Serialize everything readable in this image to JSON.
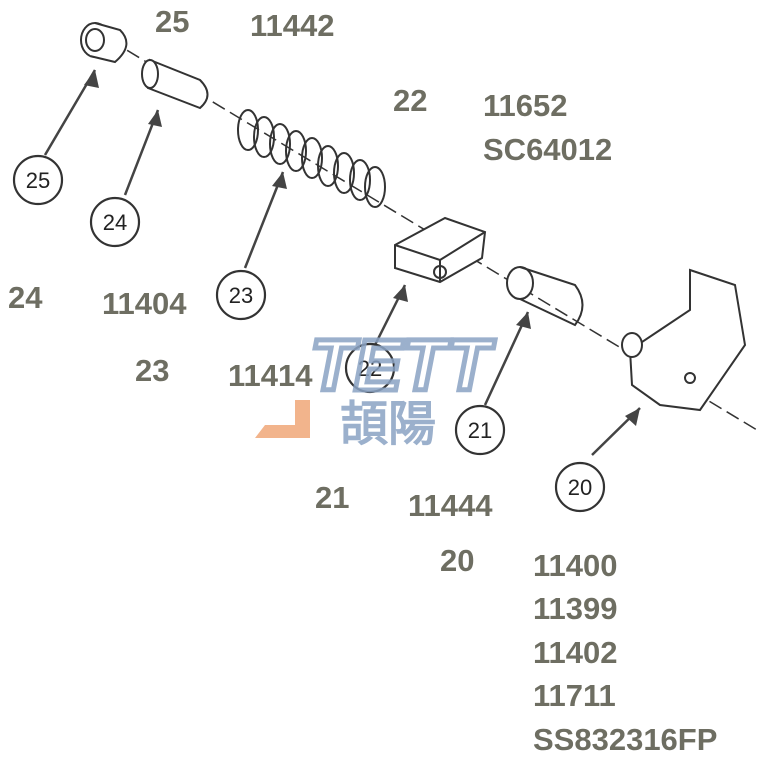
{
  "diagram": {
    "part_labels": [
      {
        "id": "25",
        "text": "25"
      },
      {
        "id": "11442",
        "text": "11442"
      },
      {
        "id": "22",
        "text": "22"
      },
      {
        "id": "11652",
        "text": "11652"
      },
      {
        "id": "SC64012",
        "text": "SC64012"
      },
      {
        "id": "24",
        "text": "24"
      },
      {
        "id": "11404",
        "text": "11404"
      },
      {
        "id": "23",
        "text": "23"
      },
      {
        "id": "11414",
        "text": "11414"
      },
      {
        "id": "21",
        "text": "21"
      },
      {
        "id": "11444",
        "text": "11444"
      },
      {
        "id": "20",
        "text": "20"
      },
      {
        "id": "11400",
        "text": "11400"
      },
      {
        "id": "11399",
        "text": "11399"
      },
      {
        "id": "11402",
        "text": "11402"
      },
      {
        "id": "11711",
        "text": "11711"
      },
      {
        "id": "SS832316FP",
        "text": "SS832316FP"
      }
    ],
    "callouts": [
      "25",
      "24",
      "23",
      "22",
      "21",
      "20"
    ],
    "watermark": {
      "latin": "JETT",
      "cjk": "頡陽",
      "colors": {
        "blue": "#8aa3c4",
        "orange": "#f0a878"
      }
    }
  }
}
